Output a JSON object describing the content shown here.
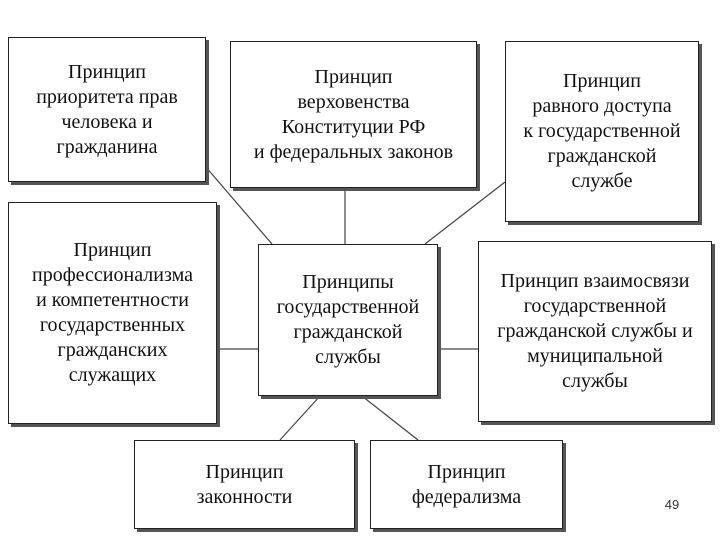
{
  "center": {
    "label": "Принципы\nгосударственной\nгражданской\nслужбы"
  },
  "principles": {
    "human_rights": "Принцип\nприоритета прав\nчеловека и\nгражданина",
    "constitution": "Принцип\nверховенства\nКонституции РФ\nи федеральных законов",
    "equal_access": "Принцип\nравного доступа\nк государственной\nгражданской\nслужбе",
    "professionalism": "Принцип\nпрофессионализма\nи компетентности\nгосударственных\nгражданских\nслужащих",
    "interconnection": "Принцип взаимосвязи\nгосударственной\nгражданской службы и\nмуниципальной\nслужбы",
    "legality": "Принцип\nзаконности",
    "federalism": "Принцип\nфедерализма"
  },
  "page_number": "49",
  "colors": {
    "border": "#222222",
    "shadow": "#555555",
    "line": "#444444",
    "background": "#ffffff"
  }
}
